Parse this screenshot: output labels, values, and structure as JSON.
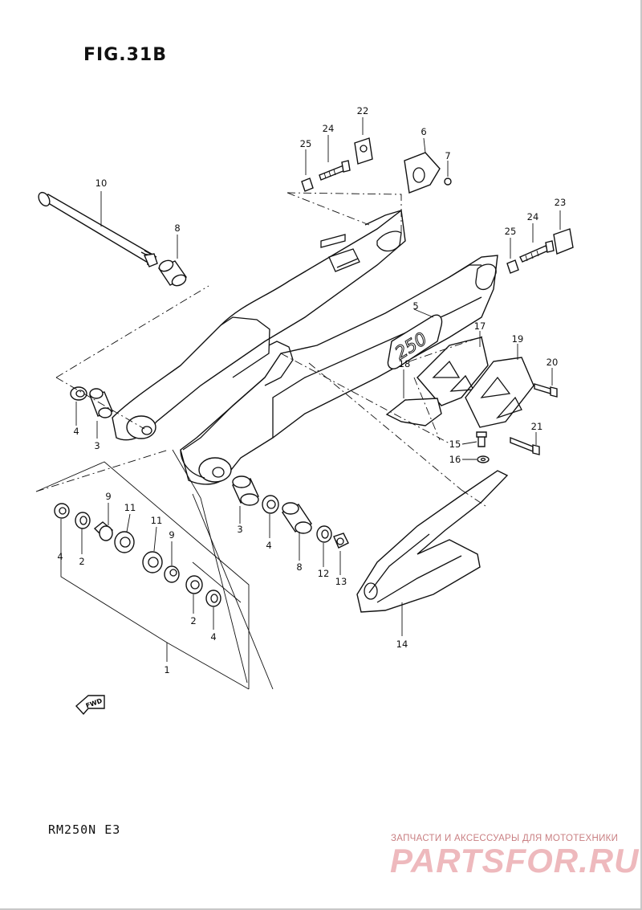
{
  "figure": {
    "title": "FIG.31B",
    "model": "RM250N  E3"
  },
  "watermark": {
    "tagline": "ЗАПЧАСТИ И АКСЕССУАРЫ ДЛЯ МОТОТЕХНИКИ",
    "logo": "PARTSFOR.RU"
  },
  "fwd_label": "FWD",
  "decal_text": "250",
  "callouts": [
    {
      "id": "c1",
      "text": "1"
    },
    {
      "id": "c2a",
      "text": "2"
    },
    {
      "id": "c2b",
      "text": "2"
    },
    {
      "id": "c3a",
      "text": "3"
    },
    {
      "id": "c3b",
      "text": "3"
    },
    {
      "id": "c4a",
      "text": "4"
    },
    {
      "id": "c4b",
      "text": "4"
    },
    {
      "id": "c4c",
      "text": "4"
    },
    {
      "id": "c4d",
      "text": "4"
    },
    {
      "id": "c5",
      "text": "5"
    },
    {
      "id": "c6",
      "text": "6"
    },
    {
      "id": "c7",
      "text": "7"
    },
    {
      "id": "c8a",
      "text": "8"
    },
    {
      "id": "c8b",
      "text": "8"
    },
    {
      "id": "c9a",
      "text": "9"
    },
    {
      "id": "c9b",
      "text": "9"
    },
    {
      "id": "c10",
      "text": "10"
    },
    {
      "id": "c11a",
      "text": "11"
    },
    {
      "id": "c11b",
      "text": "11"
    },
    {
      "id": "c12",
      "text": "12"
    },
    {
      "id": "c13",
      "text": "13"
    },
    {
      "id": "c14",
      "text": "14"
    },
    {
      "id": "c15",
      "text": "15"
    },
    {
      "id": "c16",
      "text": "16"
    },
    {
      "id": "c17",
      "text": "17"
    },
    {
      "id": "c18",
      "text": "18"
    },
    {
      "id": "c19",
      "text": "19"
    },
    {
      "id": "c20",
      "text": "20"
    },
    {
      "id": "c21",
      "text": "21"
    },
    {
      "id": "c22",
      "text": "22"
    },
    {
      "id": "c23",
      "text": "23"
    },
    {
      "id": "c24a",
      "text": "24"
    },
    {
      "id": "c24b",
      "text": "24"
    },
    {
      "id": "c25a",
      "text": "25"
    },
    {
      "id": "c25b",
      "text": "25"
    }
  ]
}
